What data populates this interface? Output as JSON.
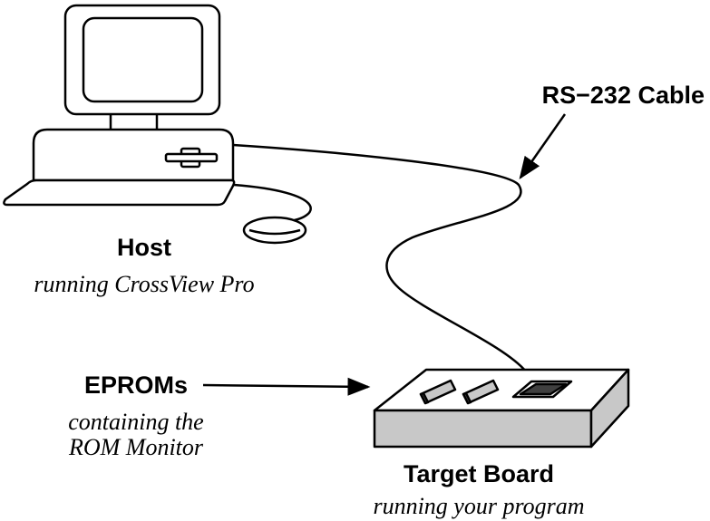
{
  "host": {
    "title": "Host",
    "subtitle": "running CrossView Pro"
  },
  "cable": {
    "label": "RS−232 Cable"
  },
  "eproms": {
    "title": "EPROMs",
    "subtitle_line1": "containing the",
    "subtitle_line2": "ROM Monitor"
  },
  "target": {
    "title": "Target Board",
    "subtitle": "running your program"
  },
  "colors": {
    "stroke": "#000000",
    "board_side": "#c8c8c8",
    "board_top": "#ffffff",
    "chip": "#c8c8c8",
    "chip_dark": "#404040"
  }
}
